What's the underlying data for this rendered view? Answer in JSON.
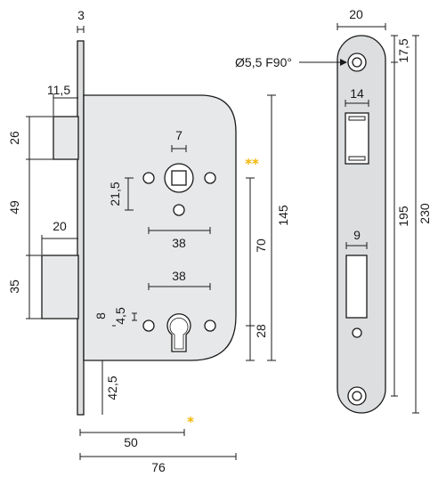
{
  "colors": {
    "body_fill": "#e7e8ea",
    "plate_fill": "#dcdee0",
    "line": "#1a1a1a",
    "star": "#f2b705"
  },
  "symbols": {
    "double_star": "**",
    "single_star": "*"
  },
  "dimensions": {
    "faceplate_thickness": "3",
    "latch_projection": "11,5",
    "latch_height": "26",
    "latch_to_bolt": "49",
    "bolt_projection": "20",
    "bolt_height": "35",
    "follower_square": "7",
    "follower_offset": "21,5",
    "width_upper": "38",
    "width_lower": "38",
    "cyl_8": "8",
    "cyl_4_5": "4,5",
    "bottom_offset": "42,5",
    "case_height": "145",
    "follower_to_cyl": "70",
    "cyl_to_bottom": "28",
    "backset": "50",
    "total_depth": "76",
    "plate_width": "20",
    "screw_hole": "Ø5,5 F90°",
    "latch_slot_width": "14",
    "bolt_slot_width": "9",
    "top_hole_offset": "17,5",
    "hole_spacing": "195",
    "plate_length": "230"
  }
}
